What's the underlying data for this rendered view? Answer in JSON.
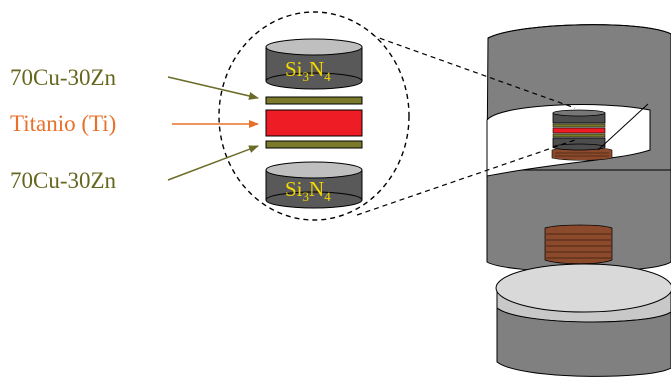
{
  "labels": {
    "brass_top": "70Cu-30Zn",
    "titanium": "Titanio (Ti)",
    "brass_bottom": "70Cu-30Zn"
  },
  "ceramic": {
    "top": {
      "base": "Si",
      "sub1": "3",
      "mid": "N",
      "sub2": "4"
    },
    "bottom": {
      "base": "Si",
      "sub1": "3",
      "mid": "N",
      "sub2": "4"
    }
  },
  "colors": {
    "brass_text": "#66661f",
    "brass_arrow": "#6b6b2a",
    "titanium_text": "#e8702a",
    "titanium_arrow": "#e8702a",
    "titanium_layer": "#ee1c24",
    "ceramic_text": "#f5d800",
    "ceramic_fill": "#595959",
    "holder_fill": "#808080",
    "thread_color": "#8b4a2b",
    "base_disc": "#d9d9d9"
  }
}
